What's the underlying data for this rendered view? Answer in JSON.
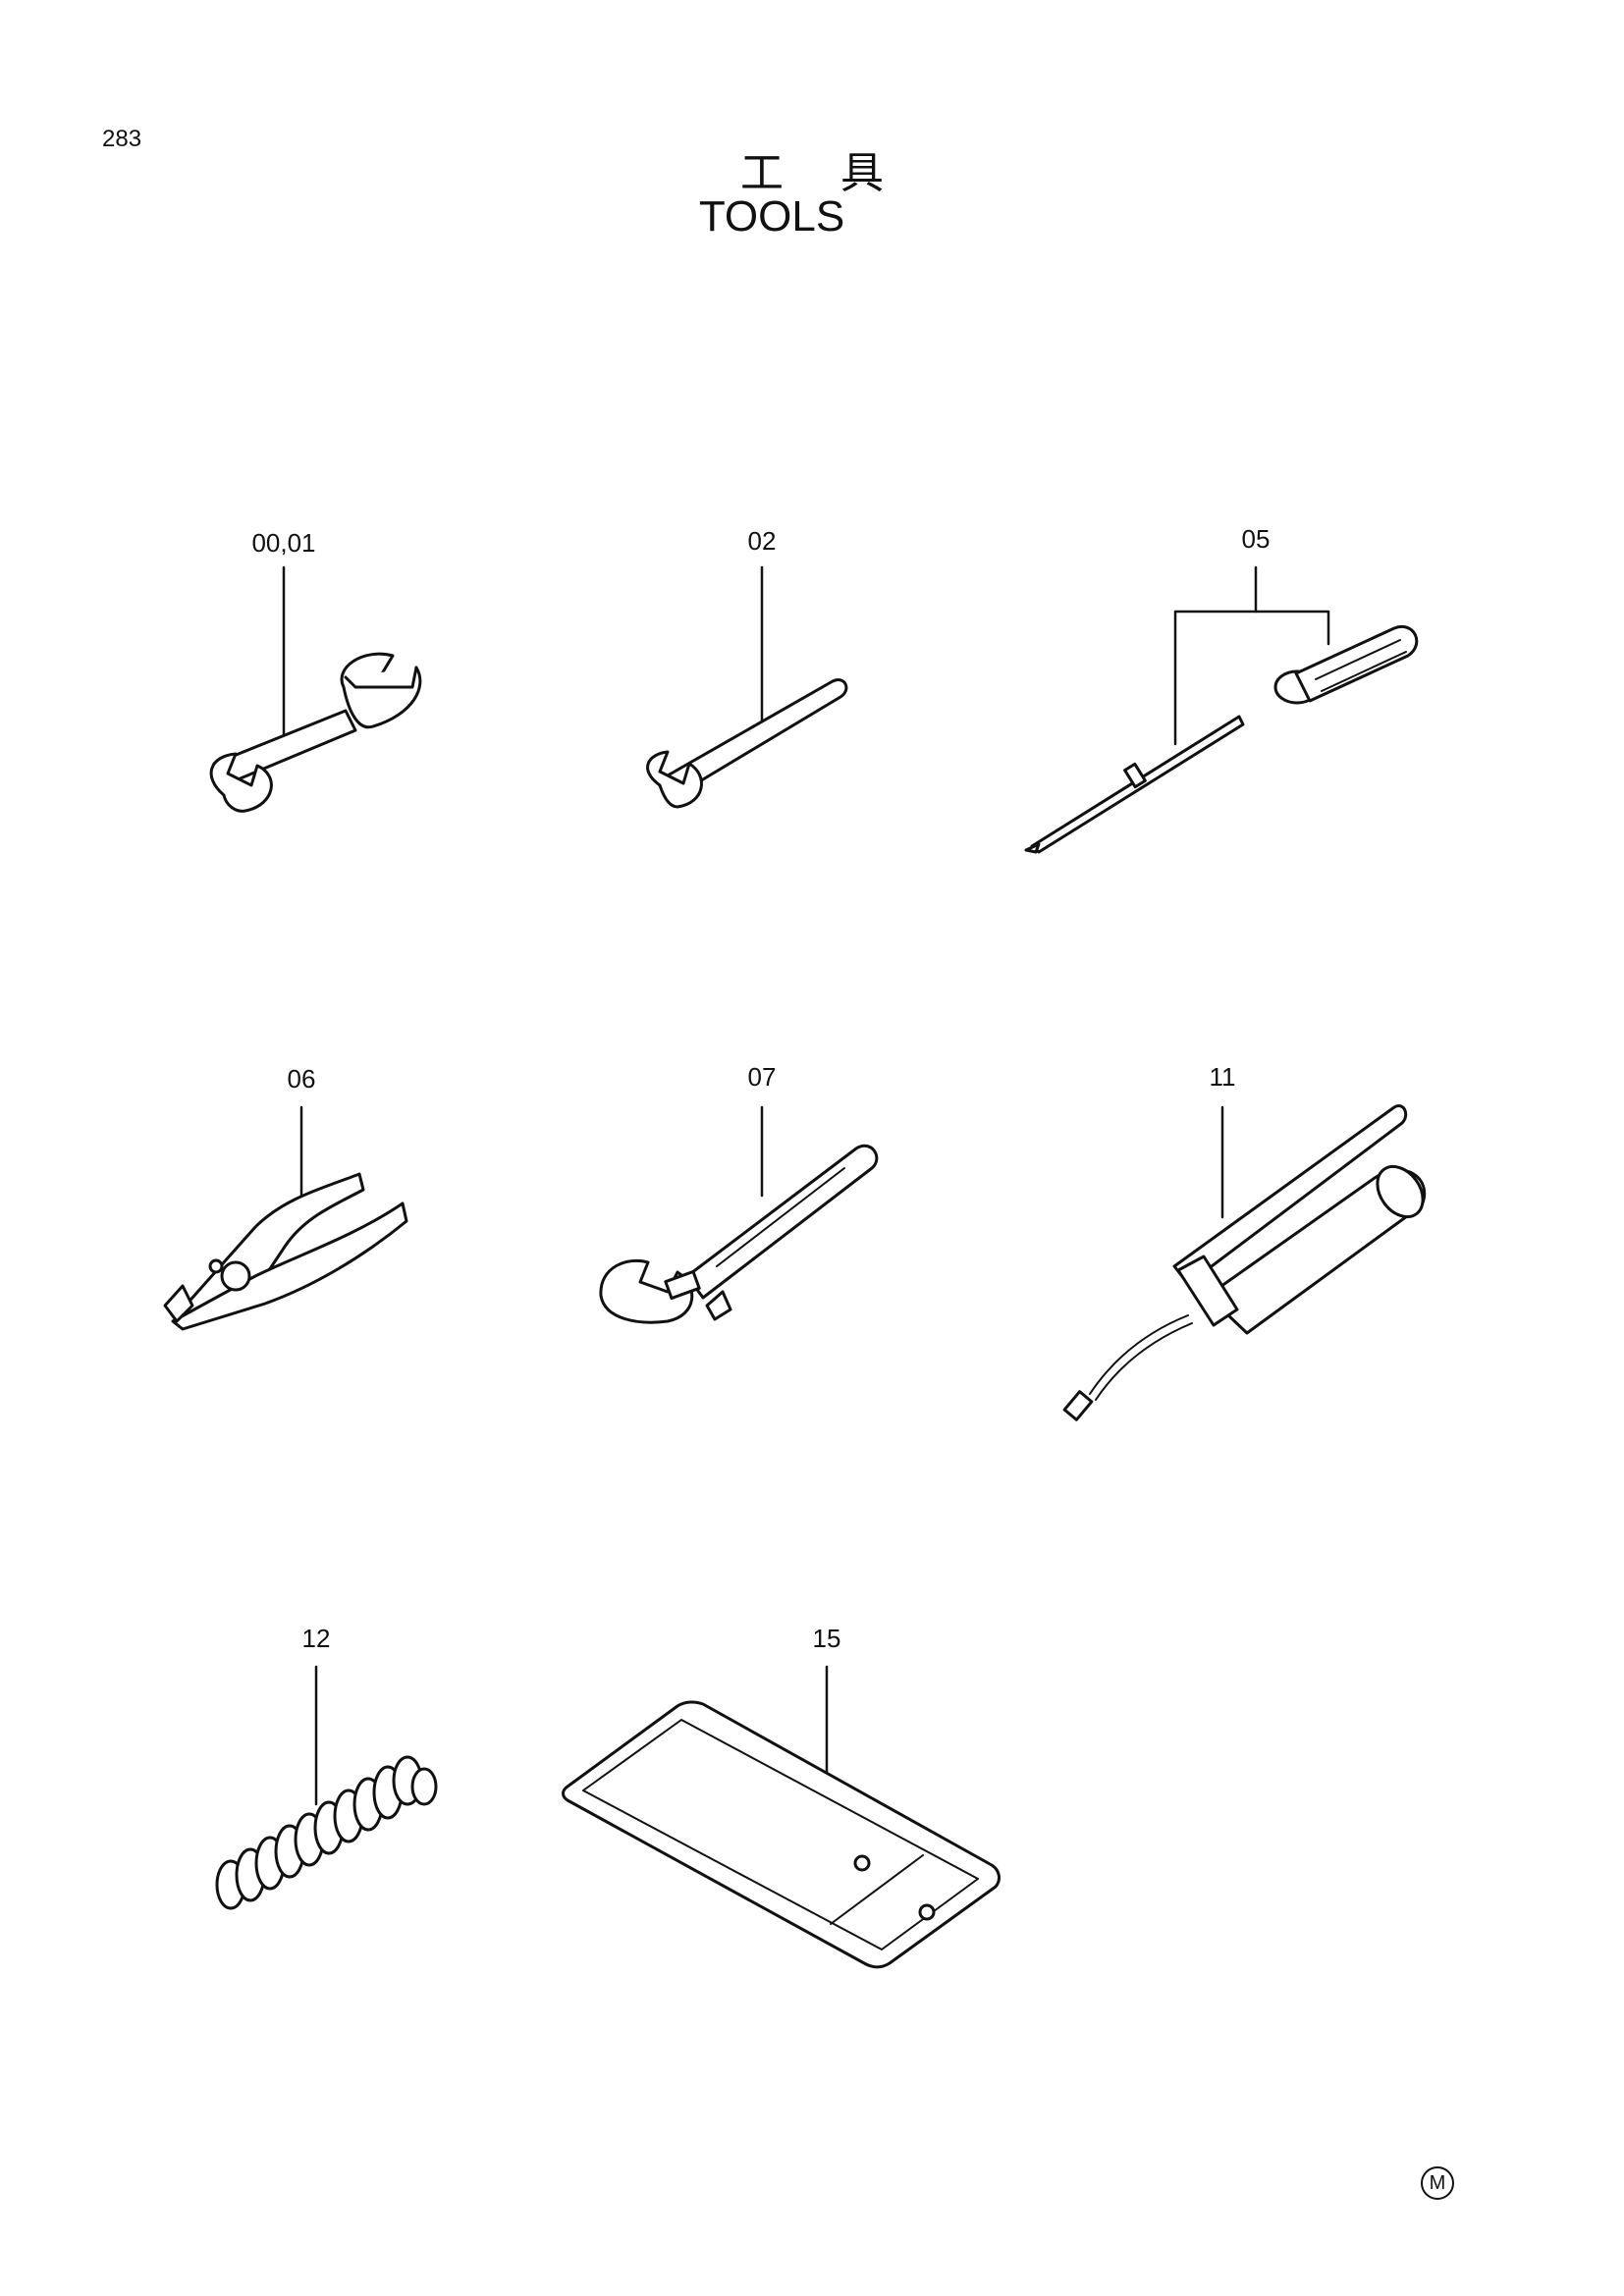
{
  "page": {
    "number": "283",
    "title_jp": "工具",
    "title_en": "TOOLS",
    "mark": "M"
  },
  "parts": [
    {
      "label": "00,01",
      "icon": "double-end-spanner-icon"
    },
    {
      "label": "02",
      "icon": "single-end-spanner-icon"
    },
    {
      "label": "05",
      "icon": "screwdriver-set-icon"
    },
    {
      "label": "06",
      "icon": "pliers-icon"
    },
    {
      "label": "07",
      "icon": "adjustable-wrench-icon"
    },
    {
      "label": "11",
      "icon": "grease-gun-icon"
    },
    {
      "label": "12",
      "icon": "bellows-icon"
    },
    {
      "label": "15",
      "icon": "tool-bag-icon"
    }
  ]
}
